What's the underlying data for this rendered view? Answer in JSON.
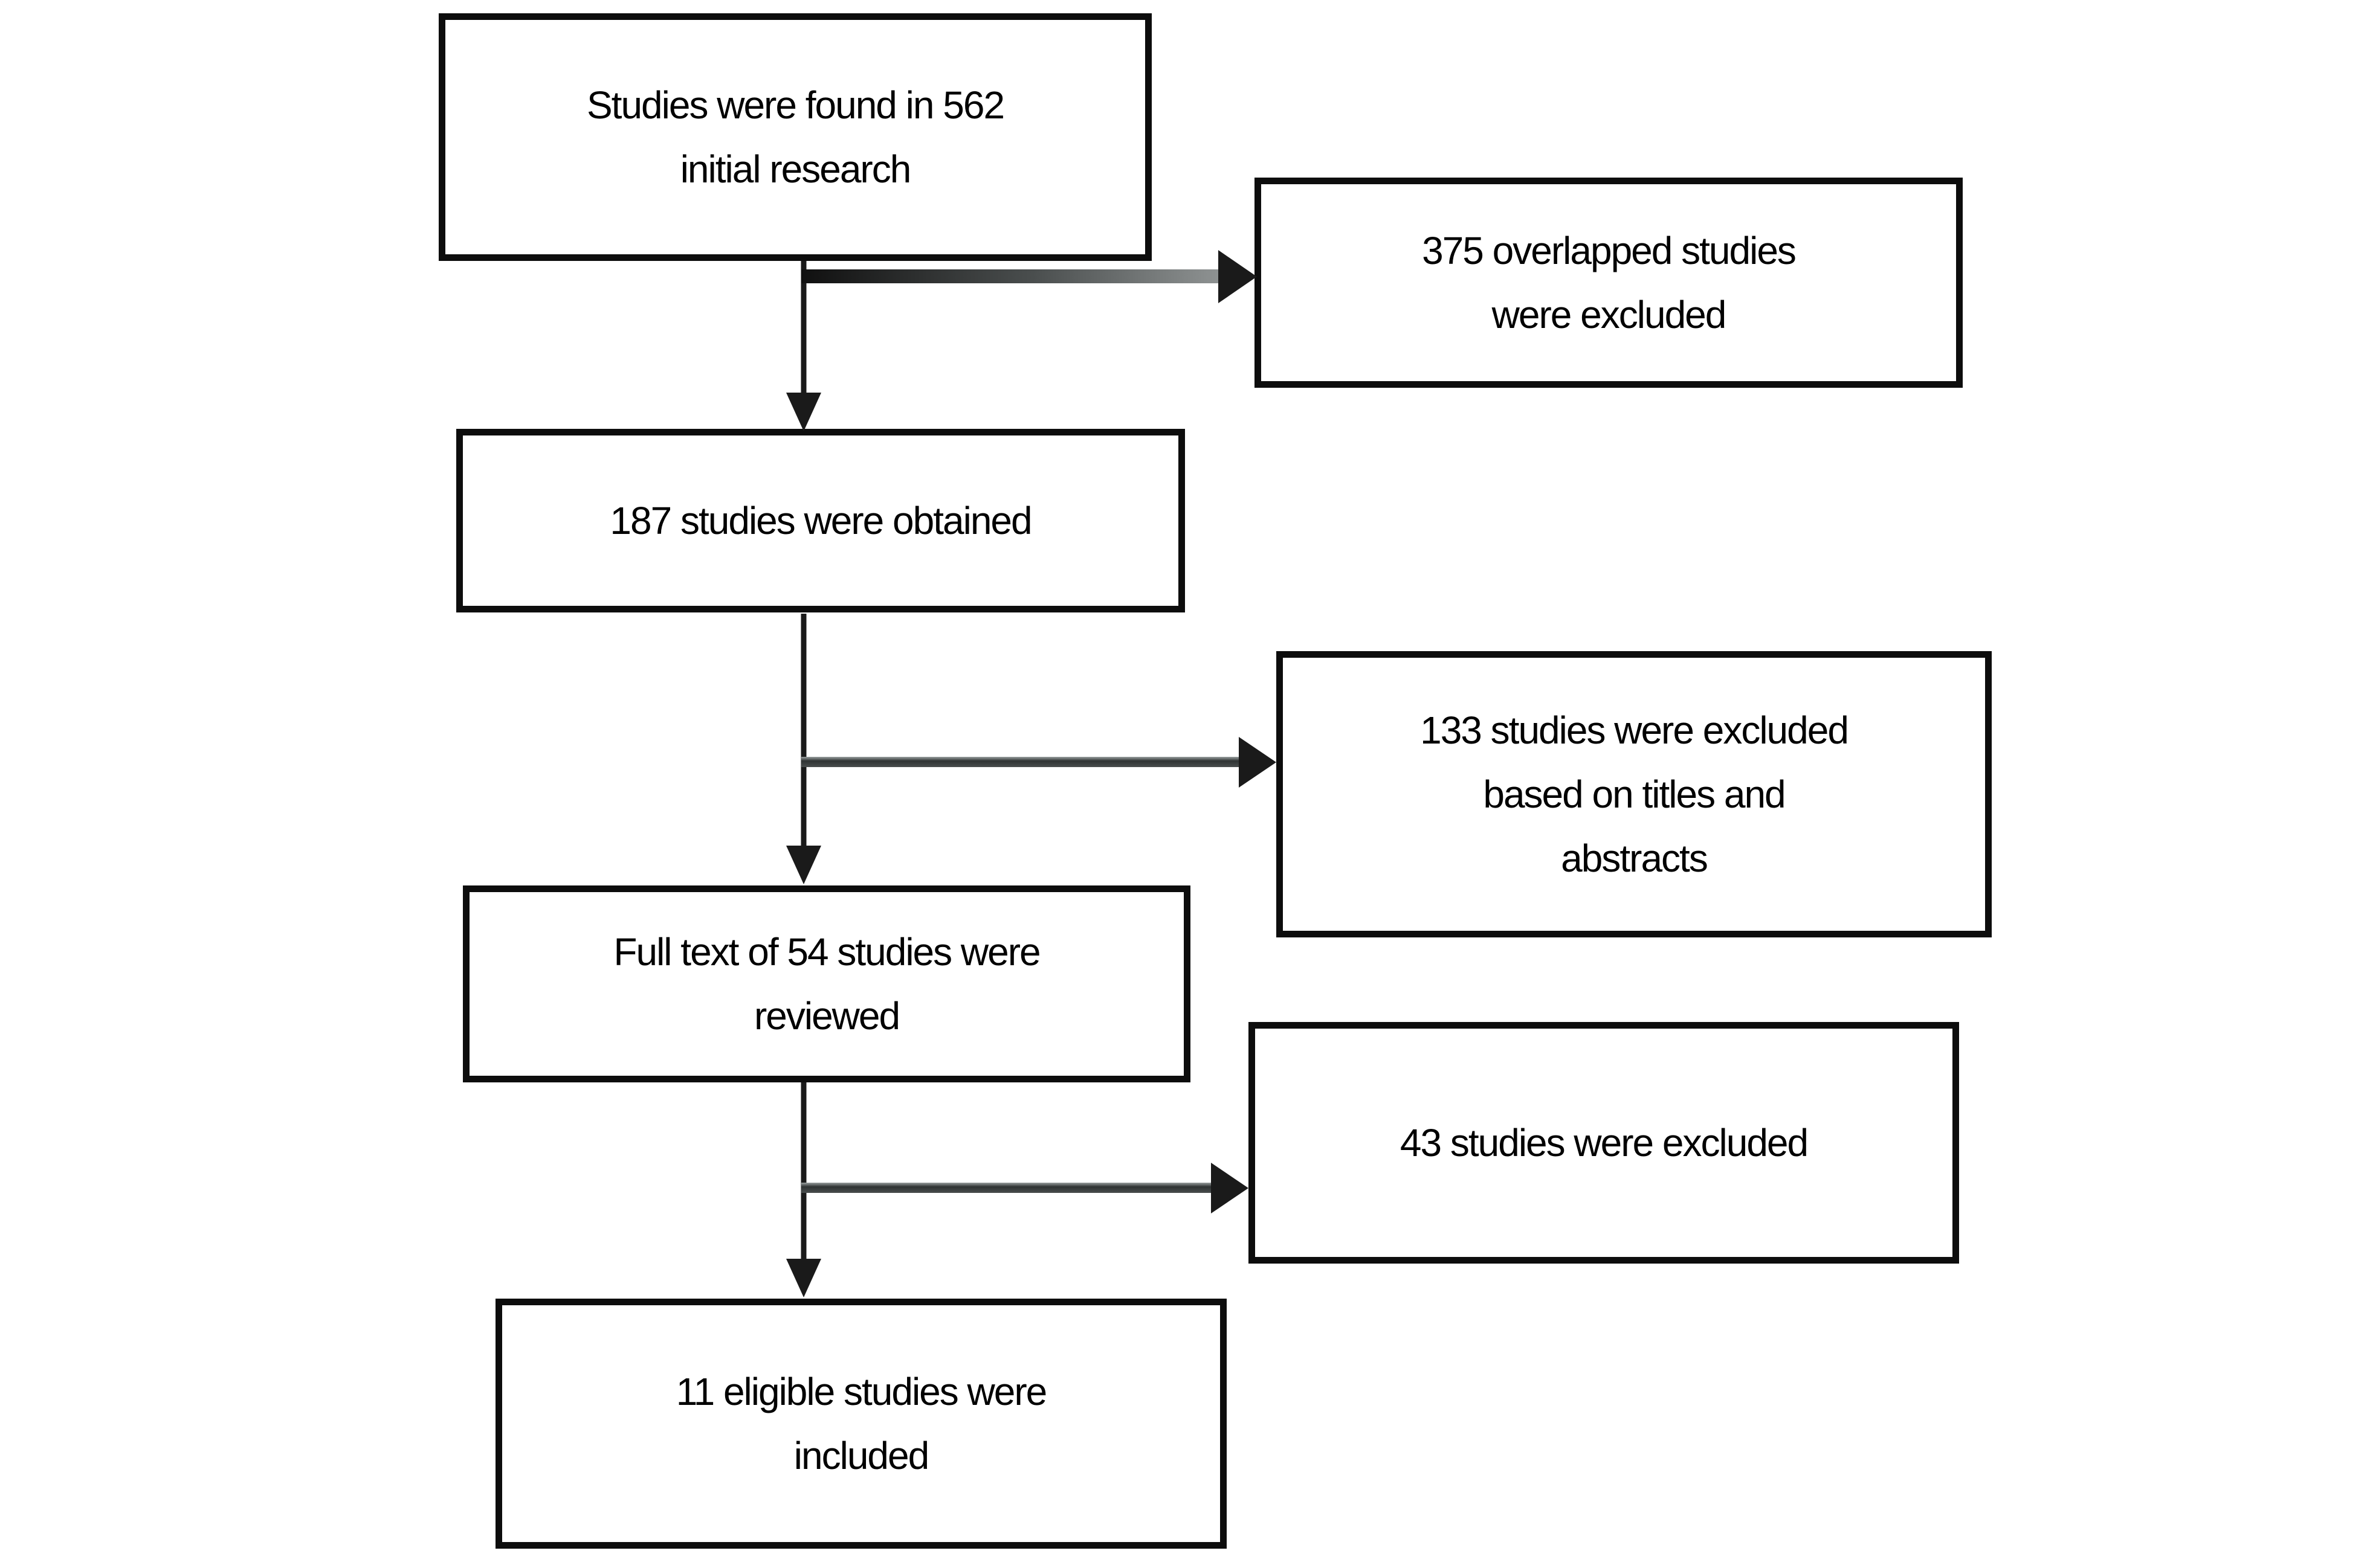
{
  "diagram": {
    "colors": {
      "background": "#ffffff",
      "box_border": "#0d0d0d",
      "text": "#000000",
      "arrow": "#1a1a1a"
    },
    "nodes": {
      "initial": {
        "lines": [
          "Studies were found in 562",
          "initial research"
        ]
      },
      "overlapped": {
        "lines": [
          "375 overlapped studies",
          "were excluded"
        ]
      },
      "obtained": {
        "lines": [
          "187 studies were obtained"
        ]
      },
      "excluded_titles": {
        "lines": [
          "133 studies were excluded",
          "based on titles and",
          "abstracts"
        ]
      },
      "full_text": {
        "lines": [
          "Full text of 54 studies were",
          "reviewed"
        ]
      },
      "excluded_full_text": {
        "lines": [
          "43 studies were excluded"
        ]
      },
      "included": {
        "lines": [
          "11 eligible studies were",
          "included"
        ]
      }
    }
  }
}
